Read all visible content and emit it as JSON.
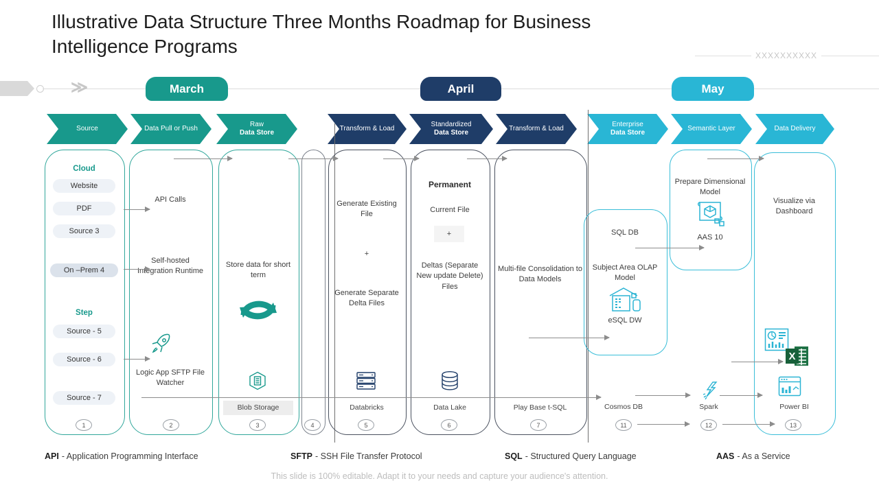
{
  "title": "Illustrative Data Structure Three Months Roadmap for Business Intelligence Programs",
  "watermark": "XXXXXXXXXX",
  "months": [
    {
      "label": "March"
    },
    {
      "label": "April"
    },
    {
      "label": "May"
    }
  ],
  "chevrons": [
    {
      "normal": "Source",
      "bold": ""
    },
    {
      "normal": "Data Pull or Push",
      "bold": ""
    },
    {
      "normal": "Raw",
      "bold": "Data Store"
    },
    {
      "normal": "Transform & Load",
      "bold": ""
    },
    {
      "normal": "Standardized",
      "bold": "Data Store"
    },
    {
      "normal": "Transform & Load",
      "bold": ""
    },
    {
      "normal": "Enterprise",
      "bold": "Data Store"
    },
    {
      "normal": "Semantic Layer",
      "bold": ""
    },
    {
      "normal": "Data Delivery",
      "bold": ""
    }
  ],
  "columns": {
    "col1": {
      "heading1": "Cloud",
      "pills": [
        "Website",
        "PDF",
        "Source 3"
      ],
      "pill_dark": "On –Prem 4",
      "heading2": "Step",
      "pills2": [
        "Source - 5",
        "Source - 6",
        "Source - 7"
      ],
      "badge": "1"
    },
    "col2": {
      "text1": "API Calls",
      "text2": "Self-hosted Integration Runtime",
      "text3": "Logic App SFTP File Watcher",
      "badge": "2"
    },
    "col3": {
      "text1": "Store data for short term",
      "label": "Blob Storage",
      "badge": "3"
    },
    "col4": {
      "badge": "4"
    },
    "col5": {
      "text1": "Generate Existing File",
      "plus": "+",
      "text2": "Generate Separate Delta Files",
      "label": "Databricks",
      "badge": "5"
    },
    "col6": {
      "heading": "Permanent",
      "text1": "Current File",
      "plus": "+",
      "text2": "Deltas (Separate New update Delete) Files",
      "label": "Data Lake",
      "badge": "6"
    },
    "col7": {
      "text1": "Multi-file Consolidation to Data Models",
      "label": "Play Base t-SQL",
      "badge": "7"
    },
    "col8": {
      "text1": "SQL DB",
      "text2": "Subject Area OLAP Model",
      "text3": "eSQL DW",
      "label": "Cosmos DB",
      "badge": "11"
    },
    "col9": {
      "text1": "Prepare Dimensional Model",
      "text2": "AAS 10",
      "label": "Spark",
      "badge": "12"
    },
    "col10": {
      "text1": "Visualize via Dashboard",
      "label": "Power BI",
      "badge": "13"
    }
  },
  "legend": [
    {
      "abbr": "API",
      "desc": "- Application Programming Interface"
    },
    {
      "abbr": "SFTP",
      "desc": "- SSH File Transfer Protocol"
    },
    {
      "abbr": "SQL",
      "desc": "- Structured Query Language"
    },
    {
      "abbr": "AAS",
      "desc": "- As a Service"
    }
  ],
  "footer": "This slide is 100% editable. Adapt it to your needs and capture your audience's attention.",
  "colors": {
    "teal": "#18998c",
    "navy": "#1f3d68",
    "cyan": "#29b6d5",
    "excel_green": "#1e7145"
  }
}
